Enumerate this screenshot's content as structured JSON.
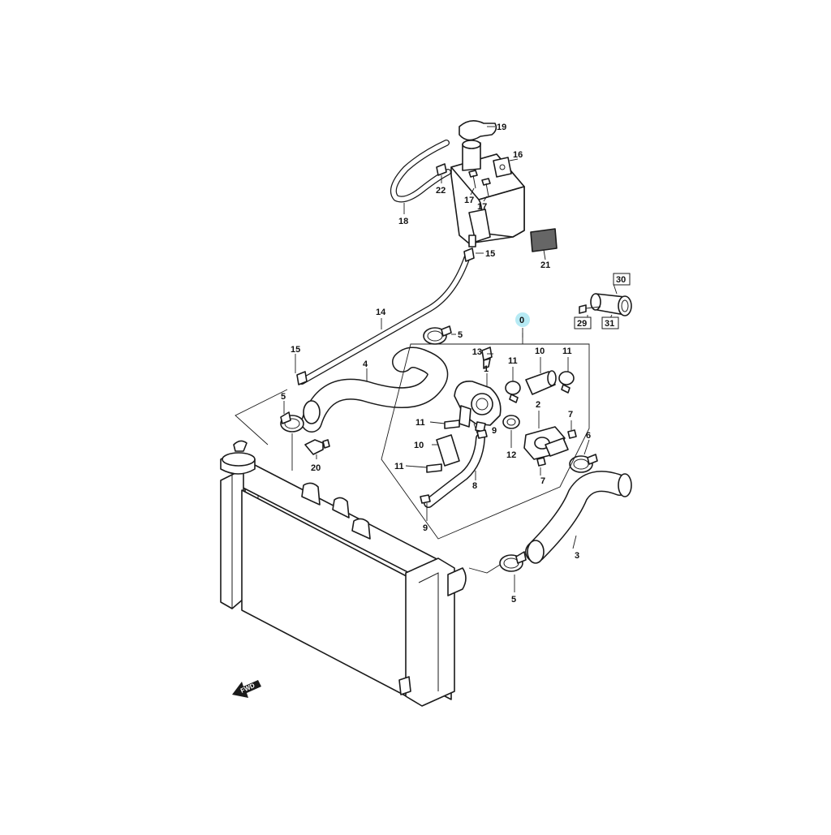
{
  "callouts": {
    "p0": "0",
    "p1": "1",
    "p2": "2",
    "p3": "3",
    "p4": "4",
    "p5a": "5",
    "p5b": "5",
    "p5c": "5",
    "p6": "6",
    "p7a": "7",
    "p7b": "7",
    "p8": "8",
    "p9a": "9",
    "p9b": "9",
    "p10a": "10",
    "p10b": "10",
    "p11a": "11",
    "p11b": "11",
    "p11c": "11",
    "p11d": "11",
    "p12": "12",
    "p13": "13",
    "p14": "14",
    "p15a": "15",
    "p15b": "15",
    "p16": "16",
    "p17a": "17",
    "p17b": "17",
    "p18": "18",
    "p19": "19",
    "p20": "20",
    "p21": "21",
    "p22": "22",
    "p29": "29",
    "p30": "30",
    "p31": "31"
  },
  "fwd_label": "FWD",
  "colors": {
    "line": "#1a1a1a",
    "highlight": "#2ec4e0",
    "background": "#ffffff"
  }
}
